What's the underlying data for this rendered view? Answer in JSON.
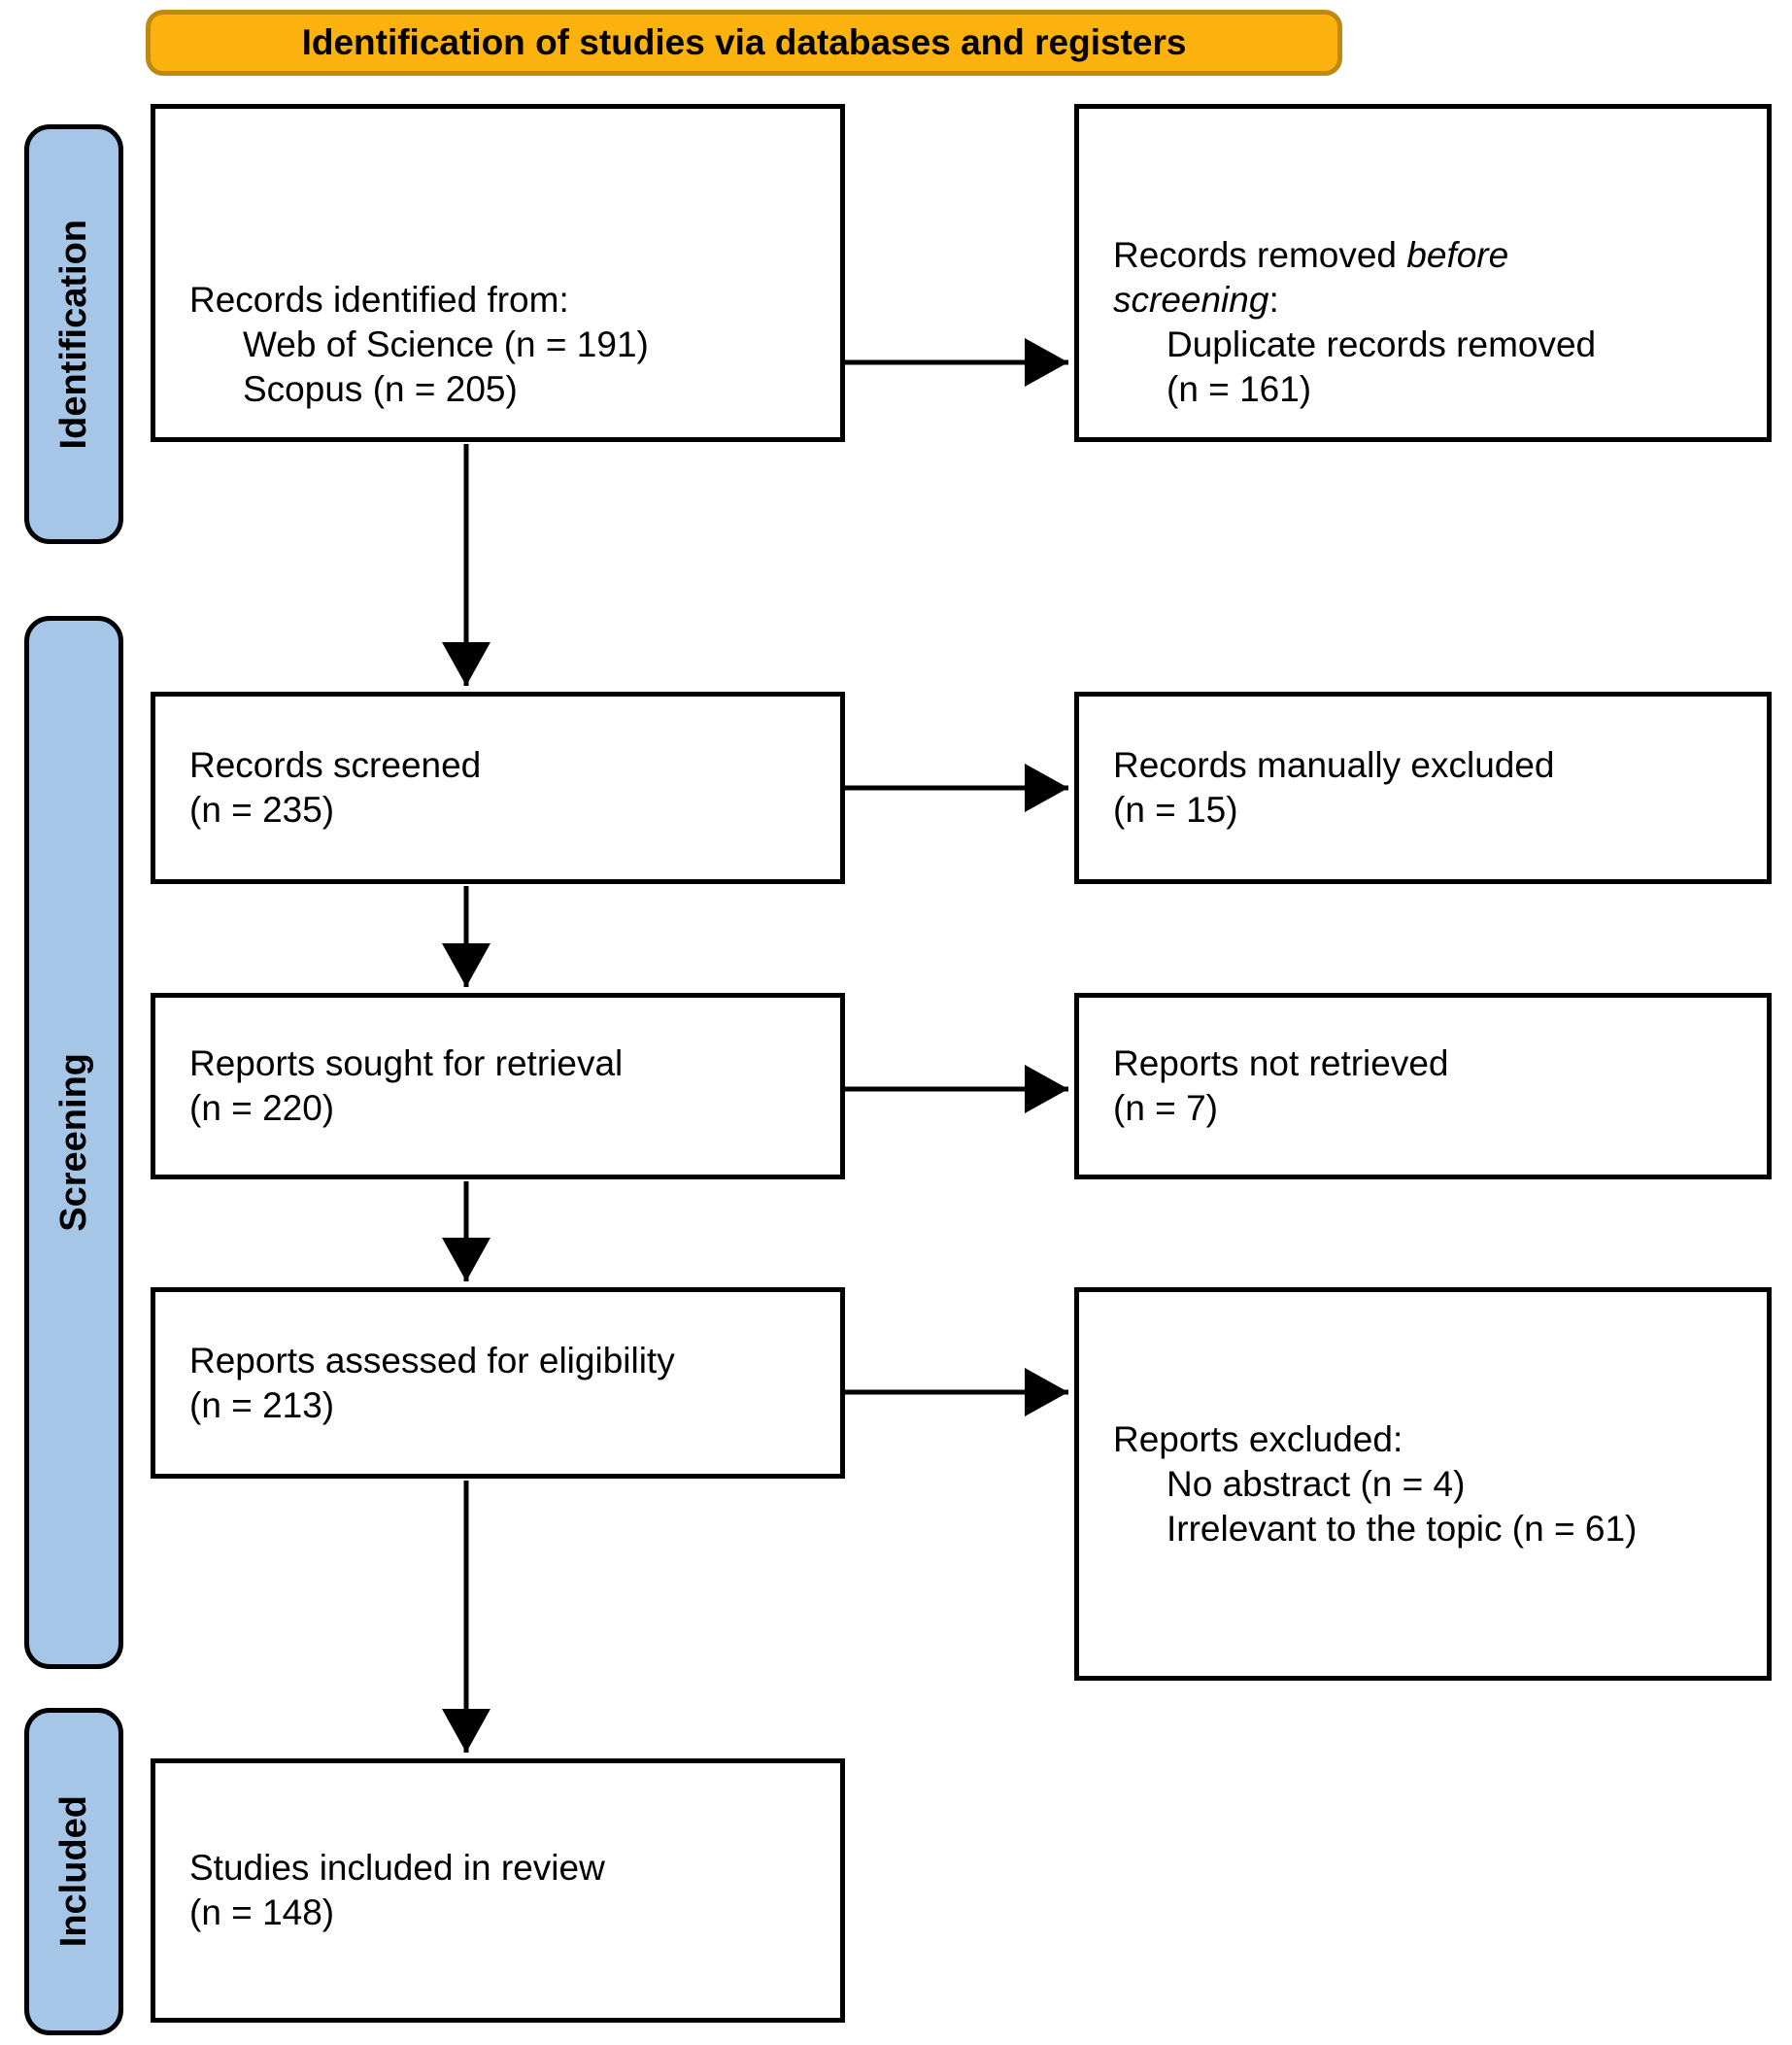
{
  "banner": {
    "title": "Identification of studies via databases and registers"
  },
  "stages": [
    {
      "label": "Identification"
    },
    {
      "label": "Screening"
    },
    {
      "label": "Included"
    }
  ],
  "boxes": {
    "records_identified": {
      "lines": [
        "Records identified from:",
        "Web of Science (n = 191)",
        "Scopus (n = 205)"
      ]
    },
    "records_removed": {
      "pre": "Records removed ",
      "italic": "before screening",
      "post": ":",
      "lines": [
        "Duplicate records removed",
        "(n = 161)"
      ]
    },
    "records_screened": {
      "lines": [
        "Records screened",
        "(n = 235)"
      ]
    },
    "records_excluded": {
      "lines": [
        "Records manually excluded",
        "(n = 15)"
      ]
    },
    "reports_sought": {
      "lines": [
        "Reports sought for retrieval",
        "(n = 220)"
      ]
    },
    "reports_not_retrieved": {
      "lines": [
        "Reports not retrieved",
        "(n = 7)"
      ]
    },
    "reports_assessed": {
      "lines": [
        "Reports assessed for eligibility",
        "(n = 213)"
      ]
    },
    "reports_excluded": {
      "heading": "Reports excluded:",
      "lines": [
        "No abstract (n = 4)",
        "Irrelevant to the topic (n = 61)"
      ]
    },
    "studies_included": {
      "lines": [
        "Studies included in review",
        "(n = 148)"
      ]
    }
  },
  "colors": {
    "banner_fill": "#FBB10E",
    "banner_border": "#C0890E",
    "stage_fill": "#A6C6E8",
    "stage_border": "#000000",
    "box_border": "#000000",
    "arrow": "#000000",
    "text": "#000000"
  }
}
